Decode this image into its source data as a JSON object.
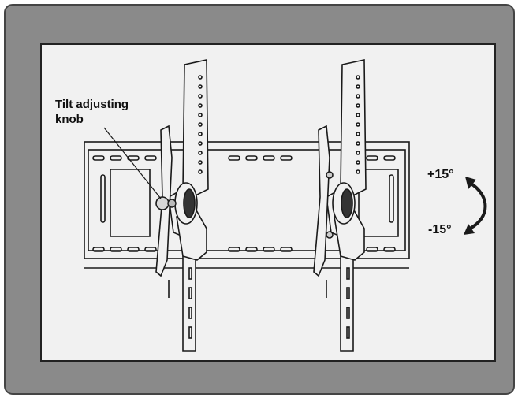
{
  "callout": {
    "line1": "Tilt adjusting",
    "line2": "knob"
  },
  "tilt": {
    "up_label": "+15°",
    "down_label": "-15°"
  },
  "colors": {
    "tv_bezel": "#8a8a8a",
    "screen": "#f1f1f1",
    "line": "#1a1a1a"
  },
  "icons": {
    "tilt_arrow": "curved-double-arrow-icon"
  }
}
